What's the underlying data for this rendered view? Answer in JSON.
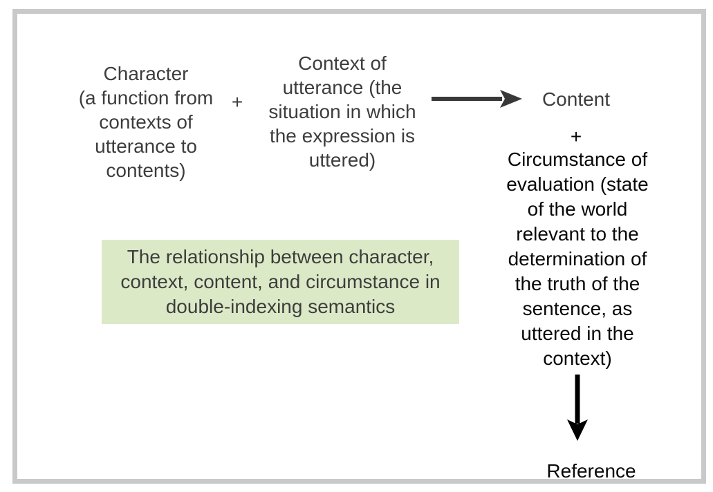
{
  "figure": {
    "character": {
      "label": "Character\n(a function from\ncontexts of\nutterance to\ncontents)"
    },
    "plus_left": "+",
    "context": {
      "label": "Context of\nutterance (the\nsituation in which\nthe expression is\nuttered)"
    },
    "content": {
      "label": "Content"
    },
    "plus_right": "+",
    "circumstance": {
      "label": "Circumstance of\nevaluation (state\nof the world\nrelevant to the\ndetermination of\nthe truth of the\nsentence, as\nuttered in the\ncontext)"
    },
    "reference": {
      "label": "Reference"
    },
    "caption": "The relationship between character,\ncontext, content, and circumstance in\ndouble-indexing semantics",
    "icons": {
      "right_arrow": "right-arrow",
      "down_arrow": "down-arrow"
    },
    "colors": {
      "frame_border": "#c9c9c9",
      "caption_bg": "#dce9c7",
      "text_gray": "#3d3d3d",
      "text_black": "#080808",
      "arrow_gray": "#383838",
      "arrow_black": "#000000"
    }
  }
}
